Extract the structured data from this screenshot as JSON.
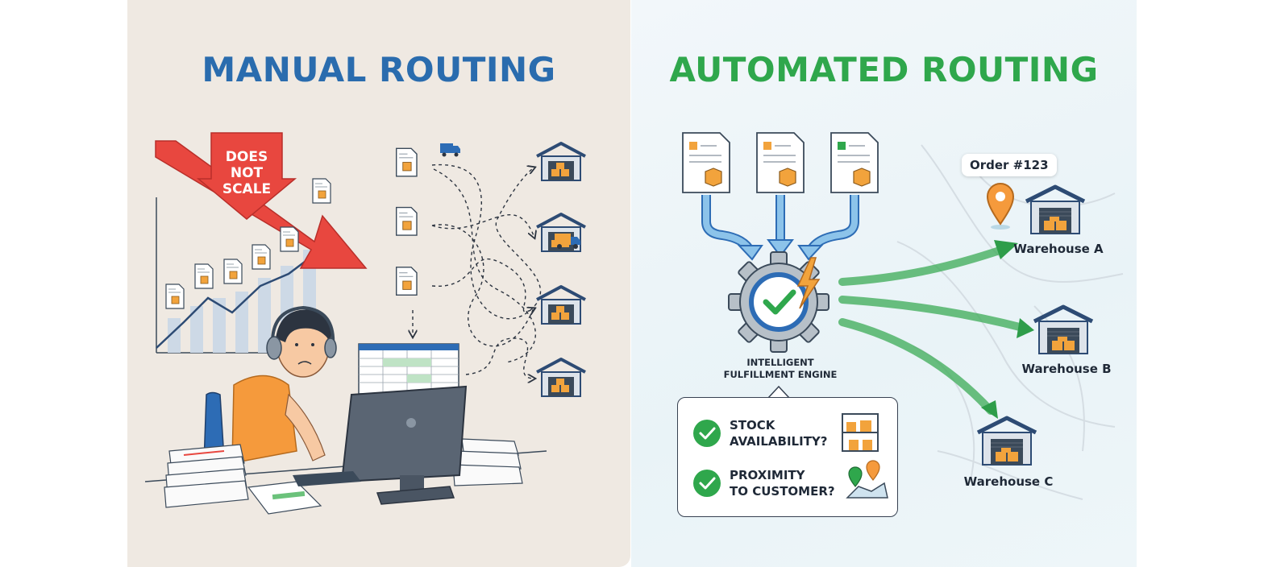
{
  "left": {
    "title": "MANUAL ROUTING",
    "callout": [
      "DOES",
      "NOT",
      "SCALE"
    ],
    "colors": {
      "title": "#2a6cae",
      "arrow": "#e8473f",
      "shirt": "#f59a3c"
    }
  },
  "right": {
    "title": "AUTOMATED ROUTING",
    "order_badge": "Order #123",
    "engine_label": [
      "INTELLIGENT",
      "FULFILLMENT ENGINE"
    ],
    "checks": [
      {
        "line1": "STOCK",
        "line2": "AVAILABILITY?"
      },
      {
        "line1": "PROXIMITY",
        "line2": "TO CUSTOMER?"
      }
    ],
    "warehouses": [
      "Warehouse A",
      "Warehouse B",
      "Warehouse C"
    ],
    "colors": {
      "title": "#2fa74c",
      "arrow": "#3bab55",
      "flow": "#6bb3e0"
    }
  }
}
